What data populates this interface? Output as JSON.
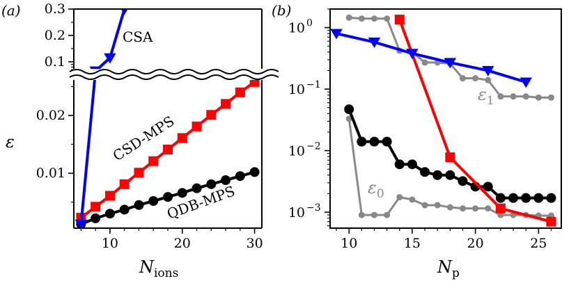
{
  "chart_data": [
    {
      "type": "line",
      "panel_label": "(a)",
      "xlabel": {
        "main": "N",
        "sub": "ions"
      },
      "ylabel": "ε",
      "broken_y_axis": true,
      "xlim": [
        5,
        31
      ],
      "lower_ylim": [
        0.0005,
        0.0265
      ],
      "upper_ylim": [
        0.06,
        0.3
      ],
      "xticks": [
        10,
        20,
        30
      ],
      "lower_yticks": [
        0.01,
        0.02
      ],
      "upper_yticks": [
        0.1,
        0.2,
        0.3
      ],
      "series": [
        {
          "name": "CSA",
          "color": "#0000ff",
          "marker": "triangle-down",
          "points": [
            [
              6,
              0.0012
            ],
            [
              8,
              0.065
            ],
            [
              10,
              0.115
            ],
            [
              12,
              0.3
            ]
          ]
        },
        {
          "name": "CSD-MPS",
          "color": "#ff0000",
          "marker": "square",
          "points": [
            [
              6,
              0.0023
            ],
            [
              8,
              0.0042
            ],
            [
              10,
              0.0061
            ],
            [
              12,
              0.0081
            ],
            [
              14,
              0.0101
            ],
            [
              16,
              0.0121
            ],
            [
              18,
              0.0141
            ],
            [
              20,
              0.0161
            ],
            [
              22,
              0.0181
            ],
            [
              24,
              0.0201
            ],
            [
              26,
              0.022
            ],
            [
              28,
              0.024
            ],
            [
              30,
              0.0258
            ]
          ]
        },
        {
          "name": "QDB-MPS",
          "color": "#000000",
          "marker": "circle",
          "points": [
            [
              6,
              0.0012
            ],
            [
              8,
              0.0022
            ],
            [
              10,
              0.003
            ],
            [
              12,
              0.0037
            ],
            [
              14,
              0.0045
            ],
            [
              16,
              0.0052
            ],
            [
              18,
              0.0059
            ],
            [
              20,
              0.0066
            ],
            [
              22,
              0.0074
            ],
            [
              24,
              0.0081
            ],
            [
              26,
              0.0088
            ],
            [
              28,
              0.0095
            ],
            [
              30,
              0.0102
            ]
          ]
        }
      ]
    },
    {
      "type": "line",
      "panel_label": "(b)",
      "xlabel": {
        "main": "N",
        "sub": "p"
      },
      "ylabel": "",
      "yscale": "log",
      "xlim": [
        8.5,
        26.8
      ],
      "ylim": [
        0.00055,
        2.0
      ],
      "xticks": [
        10,
        15,
        20,
        25
      ],
      "yticks": [
        {
          "value": 1,
          "base": "10",
          "exp": "0"
        },
        {
          "value": 0.1,
          "base": "10",
          "exp": "−1"
        },
        {
          "value": 0.01,
          "base": "10",
          "exp": "−2"
        },
        {
          "value": 0.001,
          "base": "10",
          "exp": "−3"
        }
      ],
      "series": [
        {
          "name": "ε₁",
          "color": "#888888",
          "marker": "circle",
          "points": [
            [
              10,
              1.45
            ],
            [
              11,
              1.4
            ],
            [
              12,
              1.4
            ],
            [
              13,
              1.4
            ],
            [
              14,
              0.42
            ],
            [
              15,
              0.4
            ],
            [
              16,
              0.27
            ],
            [
              17,
              0.27
            ],
            [
              18,
              0.26
            ],
            [
              19,
              0.15
            ],
            [
              20,
              0.15
            ],
            [
              21,
              0.14
            ],
            [
              22,
              0.076
            ],
            [
              23,
              0.076
            ],
            [
              24,
              0.076
            ],
            [
              25,
              0.073
            ],
            [
              26,
              0.073
            ]
          ]
        },
        {
          "name": "ε₀",
          "color": "#888888",
          "marker": "circle",
          "points": [
            [
              10,
              0.033
            ],
            [
              11,
              0.0009
            ],
            [
              12,
              0.0009
            ],
            [
              13,
              0.0009
            ],
            [
              14,
              0.00175
            ],
            [
              15,
              0.0016
            ],
            [
              16,
              0.0013
            ],
            [
              17,
              0.0013
            ],
            [
              18,
              0.0012
            ],
            [
              19,
              0.00115
            ],
            [
              20,
              0.00115
            ],
            [
              21,
              0.00115
            ],
            [
              22,
              0.0009
            ],
            [
              23,
              0.0009
            ],
            [
              24,
              0.0009
            ],
            [
              25,
              0.00088
            ],
            [
              26,
              0.00088
            ]
          ]
        },
        {
          "name": "",
          "color": "#000000",
          "marker": "circle",
          "points": [
            [
              10,
              0.047
            ],
            [
              11,
              0.014
            ],
            [
              12,
              0.014
            ],
            [
              13,
              0.014
            ],
            [
              14,
              0.006
            ],
            [
              15,
              0.006
            ],
            [
              16,
              0.0045
            ],
            [
              17,
              0.004
            ],
            [
              18,
              0.004
            ],
            [
              19,
              0.0032
            ],
            [
              20,
              0.0026
            ],
            [
              21,
              0.0026
            ],
            [
              22,
              0.0017
            ],
            [
              23,
              0.0017
            ],
            [
              24,
              0.0017
            ],
            [
              25,
              0.0017
            ],
            [
              26,
              0.0017
            ]
          ]
        },
        {
          "name": "",
          "color": "#ff0000",
          "marker": "square",
          "points": [
            [
              14,
              1.35
            ],
            [
              18,
              0.0078
            ],
            [
              22,
              0.00115
            ],
            [
              26,
              0.0007
            ]
          ]
        },
        {
          "name": "",
          "color": "#0000ff",
          "marker": "triangle-down",
          "points": [
            [
              9,
              0.8
            ],
            [
              12,
              0.58
            ],
            [
              15,
              0.38
            ],
            [
              18,
              0.27
            ],
            [
              21,
              0.2
            ],
            [
              24,
              0.13
            ]
          ]
        }
      ]
    }
  ]
}
